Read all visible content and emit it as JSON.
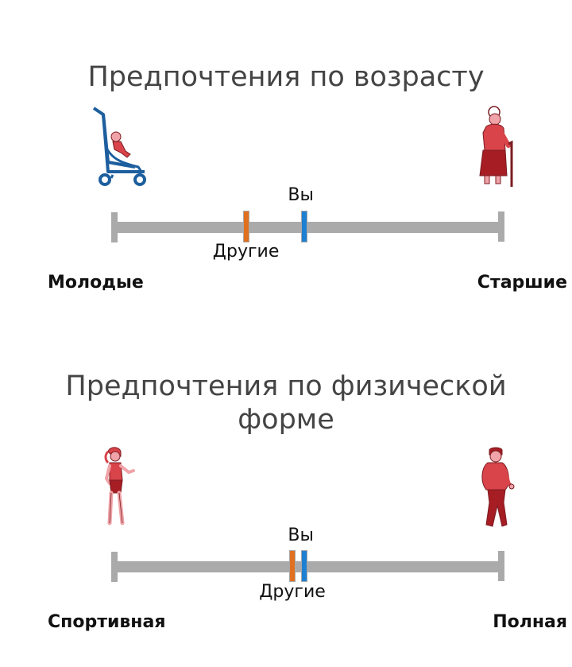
{
  "colors": {
    "track": "#aaaaaa",
    "others_marker": "#e07020",
    "you_marker": "#1f7fd1",
    "figure_red": "#d9434a",
    "figure_dark_red": "#a61d24",
    "figure_pink": "#f0a3a8",
    "stroller_blue": "#1d5f9e"
  },
  "scales": [
    {
      "title": "Предпочтения по возрасту",
      "left_label": "Молодые",
      "right_label": "Старшие",
      "left_icon": "baby-stroller-icon",
      "right_icon": "elderly-woman-with-cane-icon",
      "you_label": "Вы",
      "others_label": "Другие",
      "you_value": 0.49,
      "others_value": 0.34
    },
    {
      "title": "Предпочтения по физической форме",
      "left_label": "Спортивная",
      "right_label": "Полная",
      "left_icon": "athletic-woman-icon",
      "right_icon": "heavy-man-icon",
      "you_label": "Вы",
      "others_label": "Другие",
      "you_value": 0.49,
      "others_value": 0.46
    }
  ]
}
